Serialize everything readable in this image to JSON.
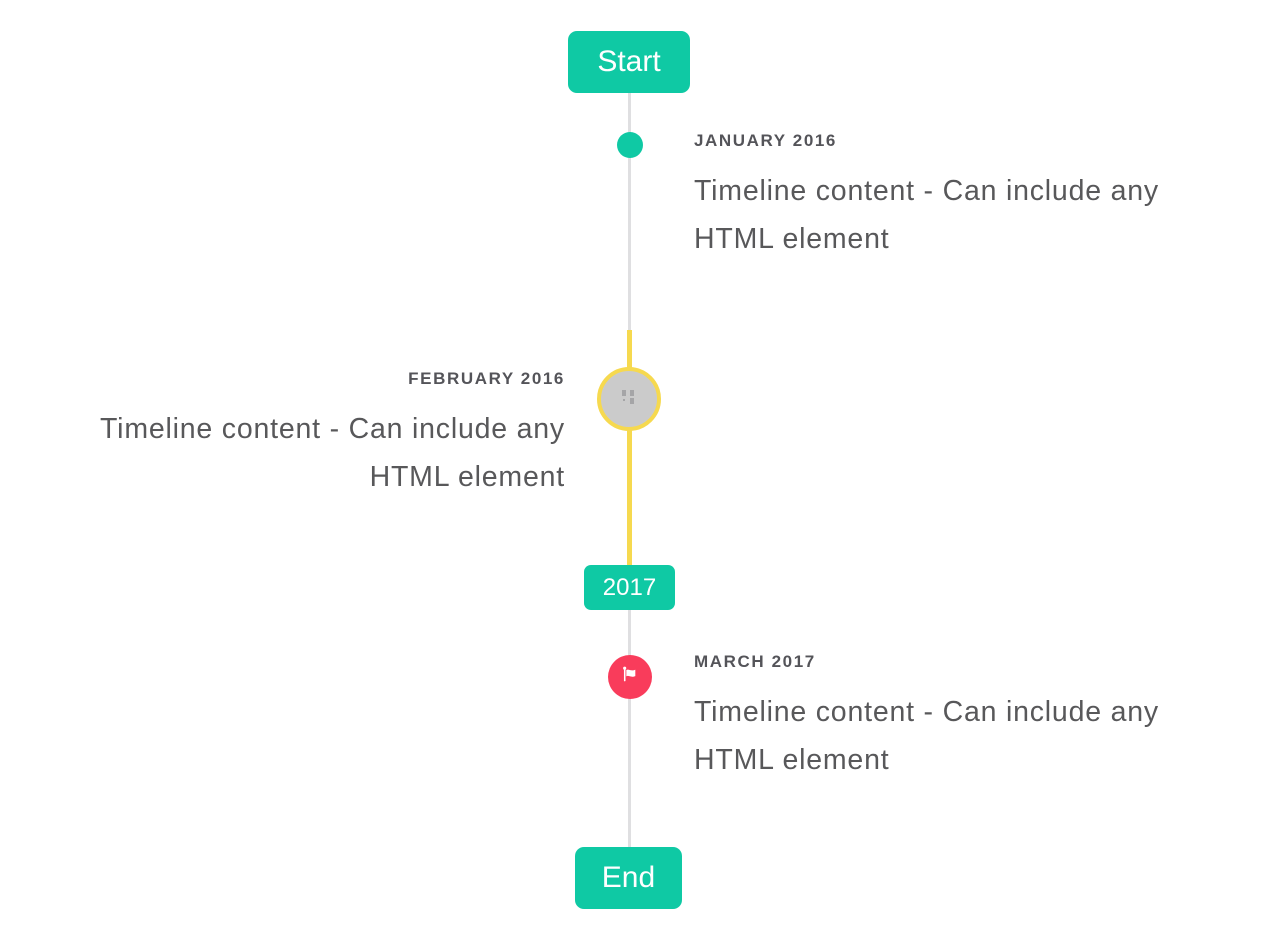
{
  "timeline": {
    "start_badge": {
      "label": "Start"
    },
    "year_badge": {
      "label": "2017"
    },
    "end_badge": {
      "label": "End"
    },
    "items": [
      {
        "title": "JANUARY 2016",
        "content": "Timeline content - Can include any HTML element",
        "side": "right",
        "marker": "teal-dot"
      },
      {
        "title": "FEBRUARY 2016",
        "content": "Timeline content - Can include any HTML element",
        "side": "left",
        "marker": "broken-image-avatar"
      },
      {
        "title": "MARCH 2017",
        "content": "Timeline content - Can include any HTML element",
        "side": "right",
        "marker": "red-flag"
      }
    ]
  },
  "colors": {
    "accent_teal": "#0FC9A4",
    "highlight_yellow": "#F6D94F",
    "flag_red": "#F93C5B",
    "rail_gray": "#DFDFE1",
    "marker_gray": "#CBCBCB",
    "title_text": "#545459",
    "content_text": "#58585A",
    "badge_text": "#FFFFFF"
  }
}
